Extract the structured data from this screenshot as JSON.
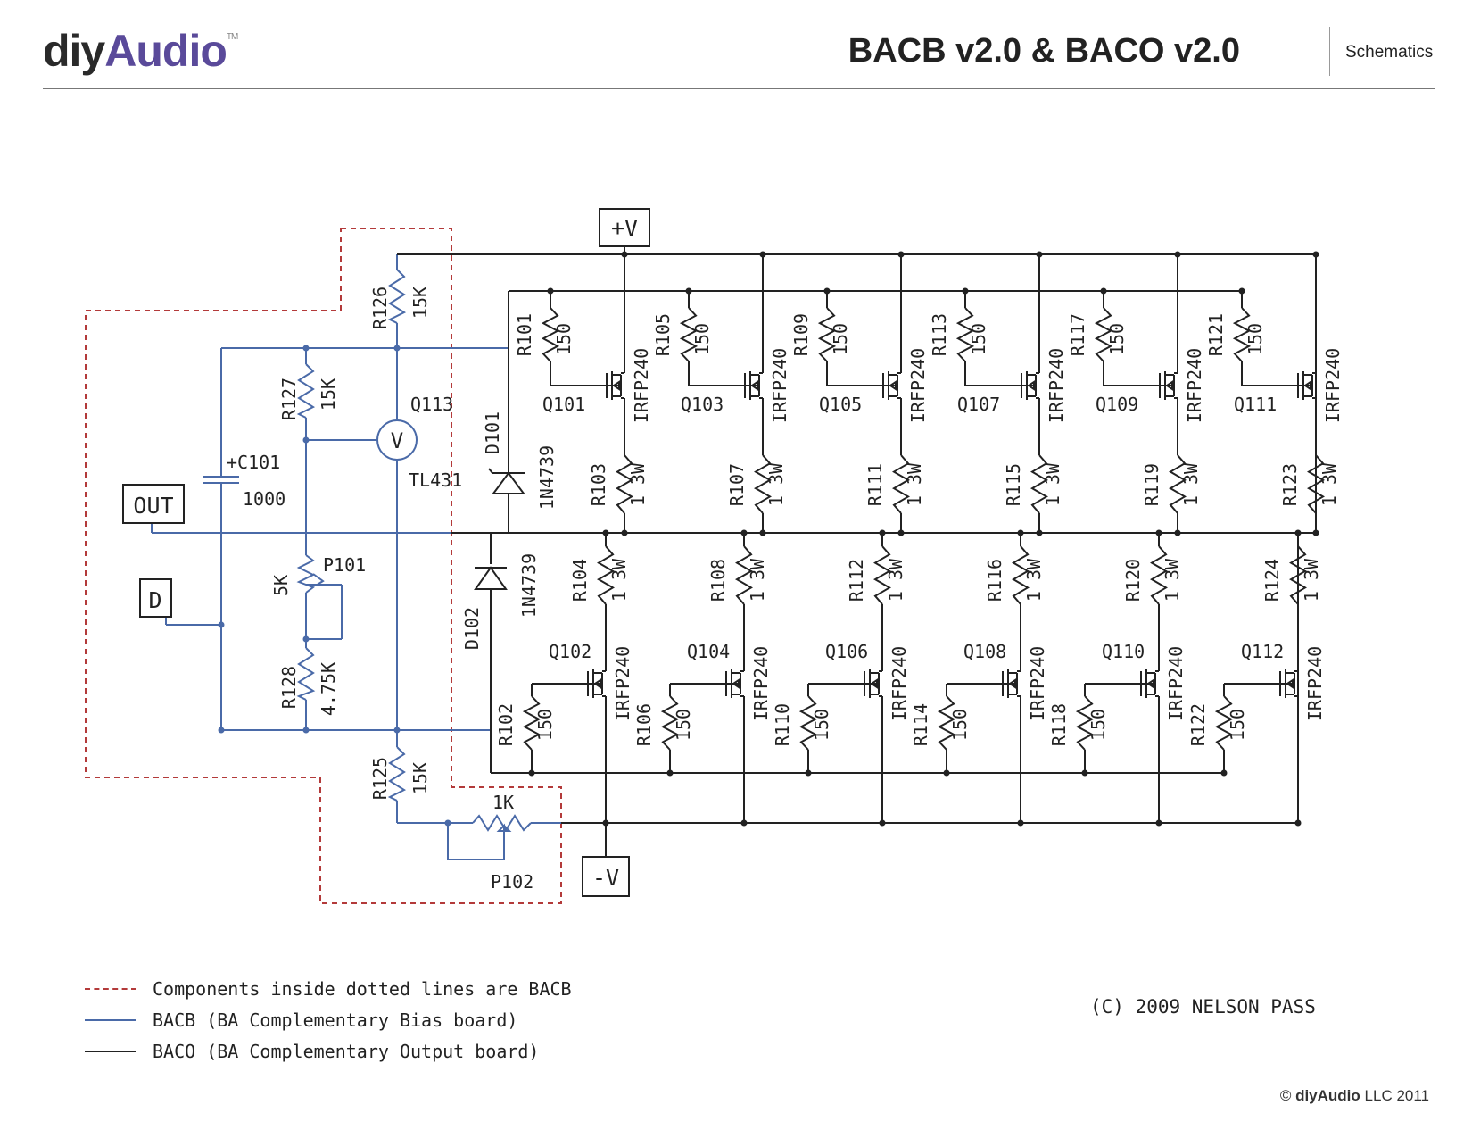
{
  "header": {
    "logo_diy": "diy",
    "logo_audio": "Audio",
    "logo_tm": "TM",
    "title": "BACB v2.0 & BACO v2.0",
    "section": "Schematics"
  },
  "colors": {
    "bacb_border": "#b33a3a",
    "bacb_wire": "#4a6aa8",
    "baco_wire": "#222222",
    "logo_accent": "#5a4a9a"
  },
  "terminals": {
    "pos_v": "+V",
    "neg_v": "-V",
    "out": "OUT",
    "d": "D"
  },
  "bias_board": {
    "r126": {
      "ref": "R126",
      "value": "15K"
    },
    "r127": {
      "ref": "R127",
      "value": "15K"
    },
    "r125": {
      "ref": "R125",
      "value": "15K"
    },
    "r128": {
      "ref": "R128",
      "value": "4.75K"
    },
    "p101": {
      "ref": "P101",
      "value": "5K"
    },
    "p102": {
      "ref": "P102",
      "value": "1K"
    },
    "c101": {
      "ref": "+C101",
      "value": "1000"
    },
    "q113": {
      "ref": "Q113",
      "part": "TL431",
      "symbol": "V"
    }
  },
  "diodes": [
    {
      "ref": "D101",
      "part": "1N4739"
    },
    {
      "ref": "D102",
      "part": "1N4739"
    }
  ],
  "upper_stages": [
    {
      "gate_ref": "R101",
      "gate_val": "150",
      "q": "Q101",
      "part": "IRFP240",
      "src_ref": "R103",
      "src_val": "1 3W"
    },
    {
      "gate_ref": "R105",
      "gate_val": "150",
      "q": "Q103",
      "part": "IRFP240",
      "src_ref": "R107",
      "src_val": "1 3W"
    },
    {
      "gate_ref": "R109",
      "gate_val": "150",
      "q": "Q105",
      "part": "IRFP240",
      "src_ref": "R111",
      "src_val": "1 3W"
    },
    {
      "gate_ref": "R113",
      "gate_val": "150",
      "q": "Q107",
      "part": "IRFP240",
      "src_ref": "R115",
      "src_val": "1 3W"
    },
    {
      "gate_ref": "R117",
      "gate_val": "150",
      "q": "Q109",
      "part": "IRFP240",
      "src_ref": "R119",
      "src_val": "1 3W"
    },
    {
      "gate_ref": "R121",
      "gate_val": "150",
      "q": "Q111",
      "part": "IRFP240",
      "src_ref": "R123",
      "src_val": "1 3W"
    }
  ],
  "lower_stages": [
    {
      "src_ref": "R104",
      "src_val": "1 3W",
      "q": "Q102",
      "part": "IRFP240",
      "gate_ref": "R102",
      "gate_val": "150"
    },
    {
      "src_ref": "R108",
      "src_val": "1 3W",
      "q": "Q104",
      "part": "IRFP240",
      "gate_ref": "R106",
      "gate_val": "150"
    },
    {
      "src_ref": "R112",
      "src_val": "1 3W",
      "q": "Q106",
      "part": "IRFP240",
      "gate_ref": "R110",
      "gate_val": "150"
    },
    {
      "src_ref": "R116",
      "src_val": "1 3W",
      "q": "Q108",
      "part": "IRFP240",
      "gate_ref": "R114",
      "gate_val": "150"
    },
    {
      "src_ref": "R120",
      "src_val": "1 3W",
      "q": "Q110",
      "part": "IRFP240",
      "gate_ref": "R118",
      "gate_val": "150"
    },
    {
      "src_ref": "R124",
      "src_val": "1 3W",
      "q": "Q112",
      "part": "IRFP240",
      "gate_ref": "R122",
      "gate_val": "150"
    }
  ],
  "legend": [
    {
      "style": "dotted",
      "text": "Components inside dotted lines are BACB"
    },
    {
      "style": "blue",
      "text": "BACB (BA Complementary Bias board)"
    },
    {
      "style": "black",
      "text": "BACO (BA Complementary Output board)"
    }
  ],
  "copyright": "(C) 2009 NELSON PASS",
  "footer": {
    "symbol": "©",
    "brand": "diyAudio",
    "rest": "LLC 2011"
  }
}
